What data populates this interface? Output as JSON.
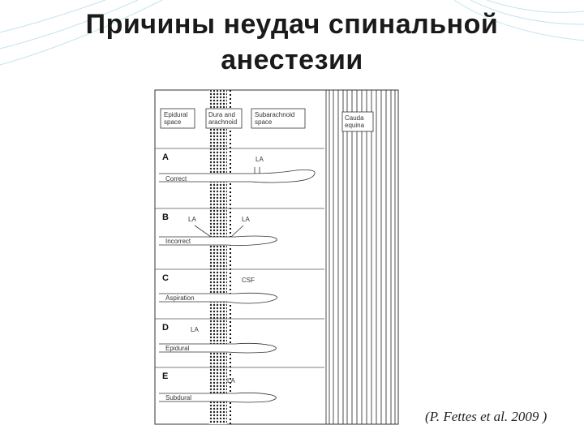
{
  "slide": {
    "title_line1": "Причины неудач спинальной",
    "title_line2": "анестезии",
    "citation": "(P. Fettes et al. 2009 )"
  },
  "figure": {
    "headers": {
      "epidural_1": "Epidural",
      "epidural_2": "space",
      "dura_1": "Dura and",
      "dura_2": "arachnoid",
      "subarachnoid_1": "Subarachnoid",
      "subarachnoid_2": "space",
      "cauda_1": "Cauda",
      "cauda_2": "equina"
    },
    "panels": [
      {
        "letter": "A",
        "caption": "Correct",
        "la_labels": [
          "LA"
        ]
      },
      {
        "letter": "B",
        "caption": "Incorrect",
        "la_labels": [
          "LA",
          "LA"
        ]
      },
      {
        "letter": "C",
        "caption": "Aspiration",
        "la_labels": [
          "CSF"
        ]
      },
      {
        "letter": "D",
        "caption": "Epidural",
        "la_labels": [
          "LA"
        ]
      },
      {
        "letter": "E",
        "caption": "Subdural",
        "la_labels": [
          "LA"
        ]
      }
    ]
  }
}
